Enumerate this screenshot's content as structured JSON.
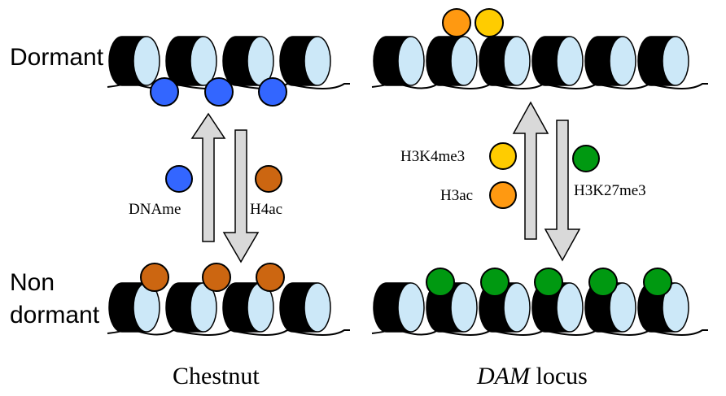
{
  "row_labels": {
    "dormant": "Dormant",
    "non_line1": "Non",
    "non_line2": "dormant"
  },
  "captions": {
    "left": "Chestnut",
    "right_italic": "DAM",
    "right_rest": " locus"
  },
  "marks": {
    "dname": "DNAme",
    "h4ac": "H4ac",
    "h3k4me3": "H3K4me3",
    "h3ac": "H3ac",
    "h3k27me3": "H3K27me3"
  },
  "colors": {
    "blue": "#3366ff",
    "brown": "#cc6611",
    "orange": "#ff9911",
    "yellow": "#ffcc00",
    "green": "#009911",
    "nucleosome_light": "#cce8f8",
    "nucleosome_dark": "#000000",
    "arrow_fill": "#d9d9d9"
  }
}
